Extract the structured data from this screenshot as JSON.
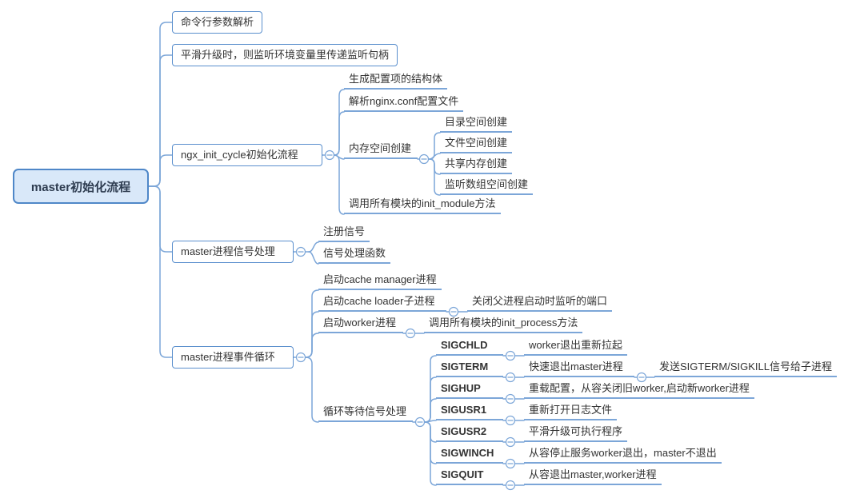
{
  "theme": {
    "line": "#7ca6d8",
    "box-border": "#5a8fcd",
    "root-fill": "#d9e8f9",
    "root-border": "#4f87c8",
    "text": "#333333"
  },
  "mindmap": {
    "root": {
      "label": "master初始化流程"
    },
    "cmdline": {
      "label": "命令行参数解析"
    },
    "smooth": {
      "label": "平滑升级时，则监听环境变量里传递监听句柄"
    },
    "init_cycle": {
      "label": "ngx_init_cycle初始化流程",
      "gen_conf": {
        "label": "生成配置项的结构体"
      },
      "parse_conf": {
        "label": "解析nginx.conf配置文件"
      },
      "mem_create": {
        "label": "内存空间创建",
        "dir": {
          "label": "目录空间创建"
        },
        "file": {
          "label": "文件空间创建"
        },
        "shm": {
          "label": "共享内存创建"
        },
        "listen": {
          "label": "监听数组空间创建"
        }
      },
      "init_module": {
        "label": "调用所有模块的init_module方法"
      }
    },
    "signal": {
      "label": "master进程信号处理",
      "register": {
        "label": "注册信号"
      },
      "handler": {
        "label": "信号处理函数"
      }
    },
    "event_loop": {
      "label": "master进程事件循环",
      "cache_manager": {
        "label": "启动cache manager进程"
      },
      "cache_loader": {
        "label": "启动cache loader子进程",
        "close_port": {
          "label": "关闭父进程启动时监听的端口"
        }
      },
      "worker": {
        "label": "启动worker进程",
        "init_process": {
          "label": "调用所有模块的init_process方法"
        }
      },
      "signal_wait": {
        "label": "循环等待信号处理",
        "sigchld": {
          "label": "SIGCHLD",
          "action": {
            "label": "worker退出重新拉起"
          }
        },
        "sigterm": {
          "label": "SIGTERM",
          "action": {
            "label": "快速退出master进程",
            "detail": {
              "label": "发送SIGTERM/SIGKILL信号给子进程"
            }
          }
        },
        "sighup": {
          "label": "SIGHUP",
          "action": {
            "label": "重载配置，从容关闭旧worker,启动新worker进程"
          }
        },
        "sigusr1": {
          "label": "SIGUSR1",
          "action": {
            "label": "重新打开日志文件"
          }
        },
        "sigusr2": {
          "label": "SIGUSR2",
          "action": {
            "label": "平滑升级可执行程序"
          }
        },
        "sigwinch": {
          "label": "SIGWINCH",
          "action": {
            "label": "从容停止服务worker退出，master不退出"
          }
        },
        "sigquit": {
          "label": "SIGQUIT",
          "action": {
            "label": "从容退出master,worker进程"
          }
        }
      }
    }
  }
}
